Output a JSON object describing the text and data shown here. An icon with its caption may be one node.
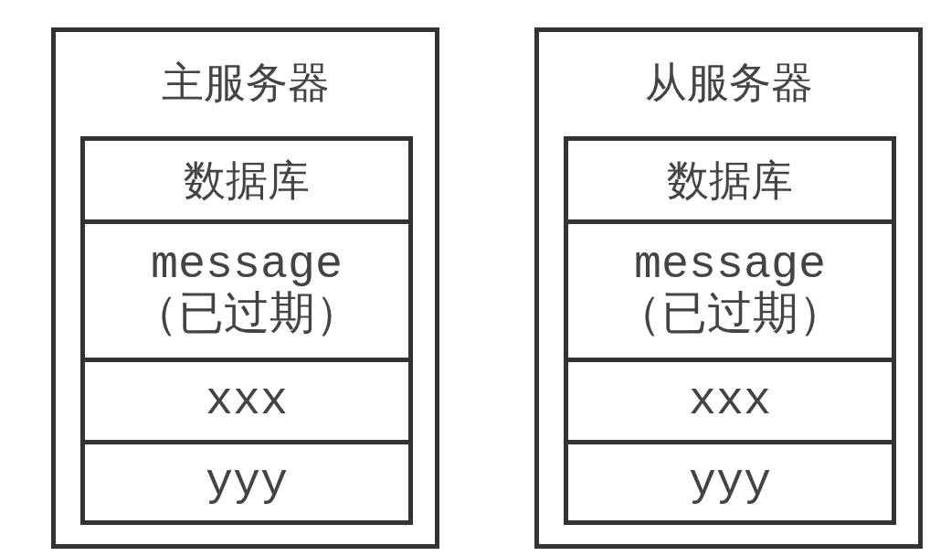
{
  "diagram": {
    "nodes": [
      {
        "text": [
          "主服务器"
        ]
      },
      {
        "text": [
          "数据库"
        ],
        "in": 0
      },
      {
        "text": [
          "message （已过期）"
        ],
        "in": 1
      },
      {
        "text": [
          "xxx"
        ],
        "in": 1
      },
      {
        "text": [
          "yyy"
        ],
        "in": 1
      },
      {
        "text": [
          "从服务器"
        ]
      },
      {
        "text": [
          "数据库"
        ],
        "in": 5
      },
      {
        "text": [
          "message （已过期）"
        ],
        "in": 6
      },
      {
        "text": [
          "xxx"
        ],
        "in": 6
      },
      {
        "text": [
          "yyy"
        ],
        "in": 6
      }
    ]
  }
}
